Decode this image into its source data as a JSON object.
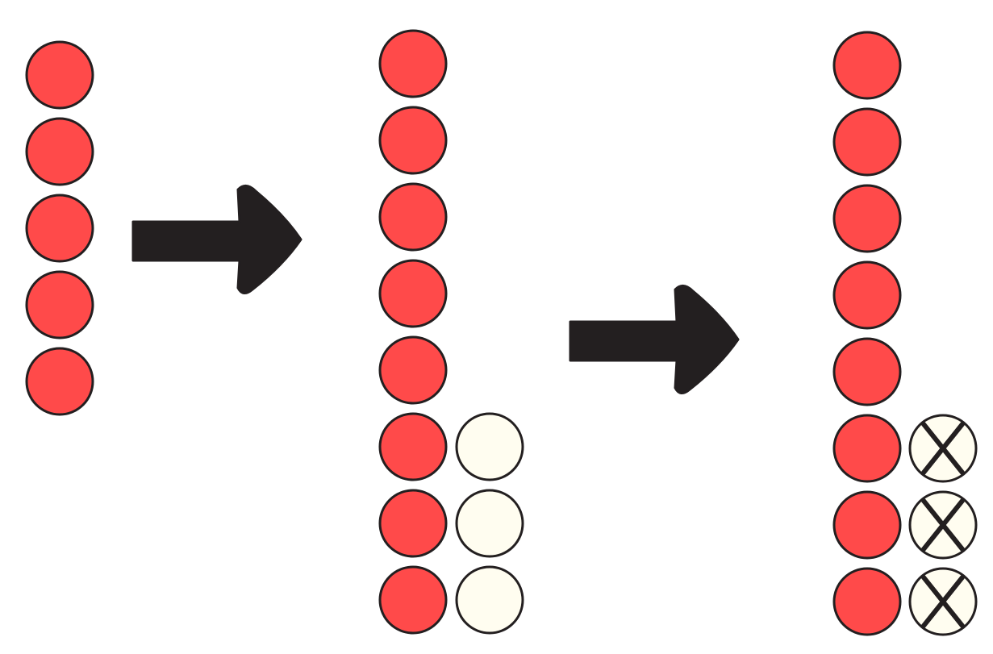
{
  "colors": {
    "red_counter": "#ff4a4a",
    "white_counter": "#fffdf0",
    "outline": "#231f20",
    "arrow": "#231f20",
    "background": "#ffffff"
  },
  "stages": [
    {
      "name": "start",
      "red_counters": 5,
      "white_counters": 0,
      "crossed_counters": 0
    },
    {
      "name": "added",
      "red_counters": 8,
      "white_counters": 3,
      "crossed_counters": 0
    },
    {
      "name": "removed",
      "red_counters": 8,
      "white_counters": 3,
      "crossed_counters": 3
    }
  ],
  "arrows": [
    {
      "name": "arrow-1",
      "icon": "right-arrow-icon"
    },
    {
      "name": "arrow-2",
      "icon": "right-arrow-icon"
    }
  ]
}
